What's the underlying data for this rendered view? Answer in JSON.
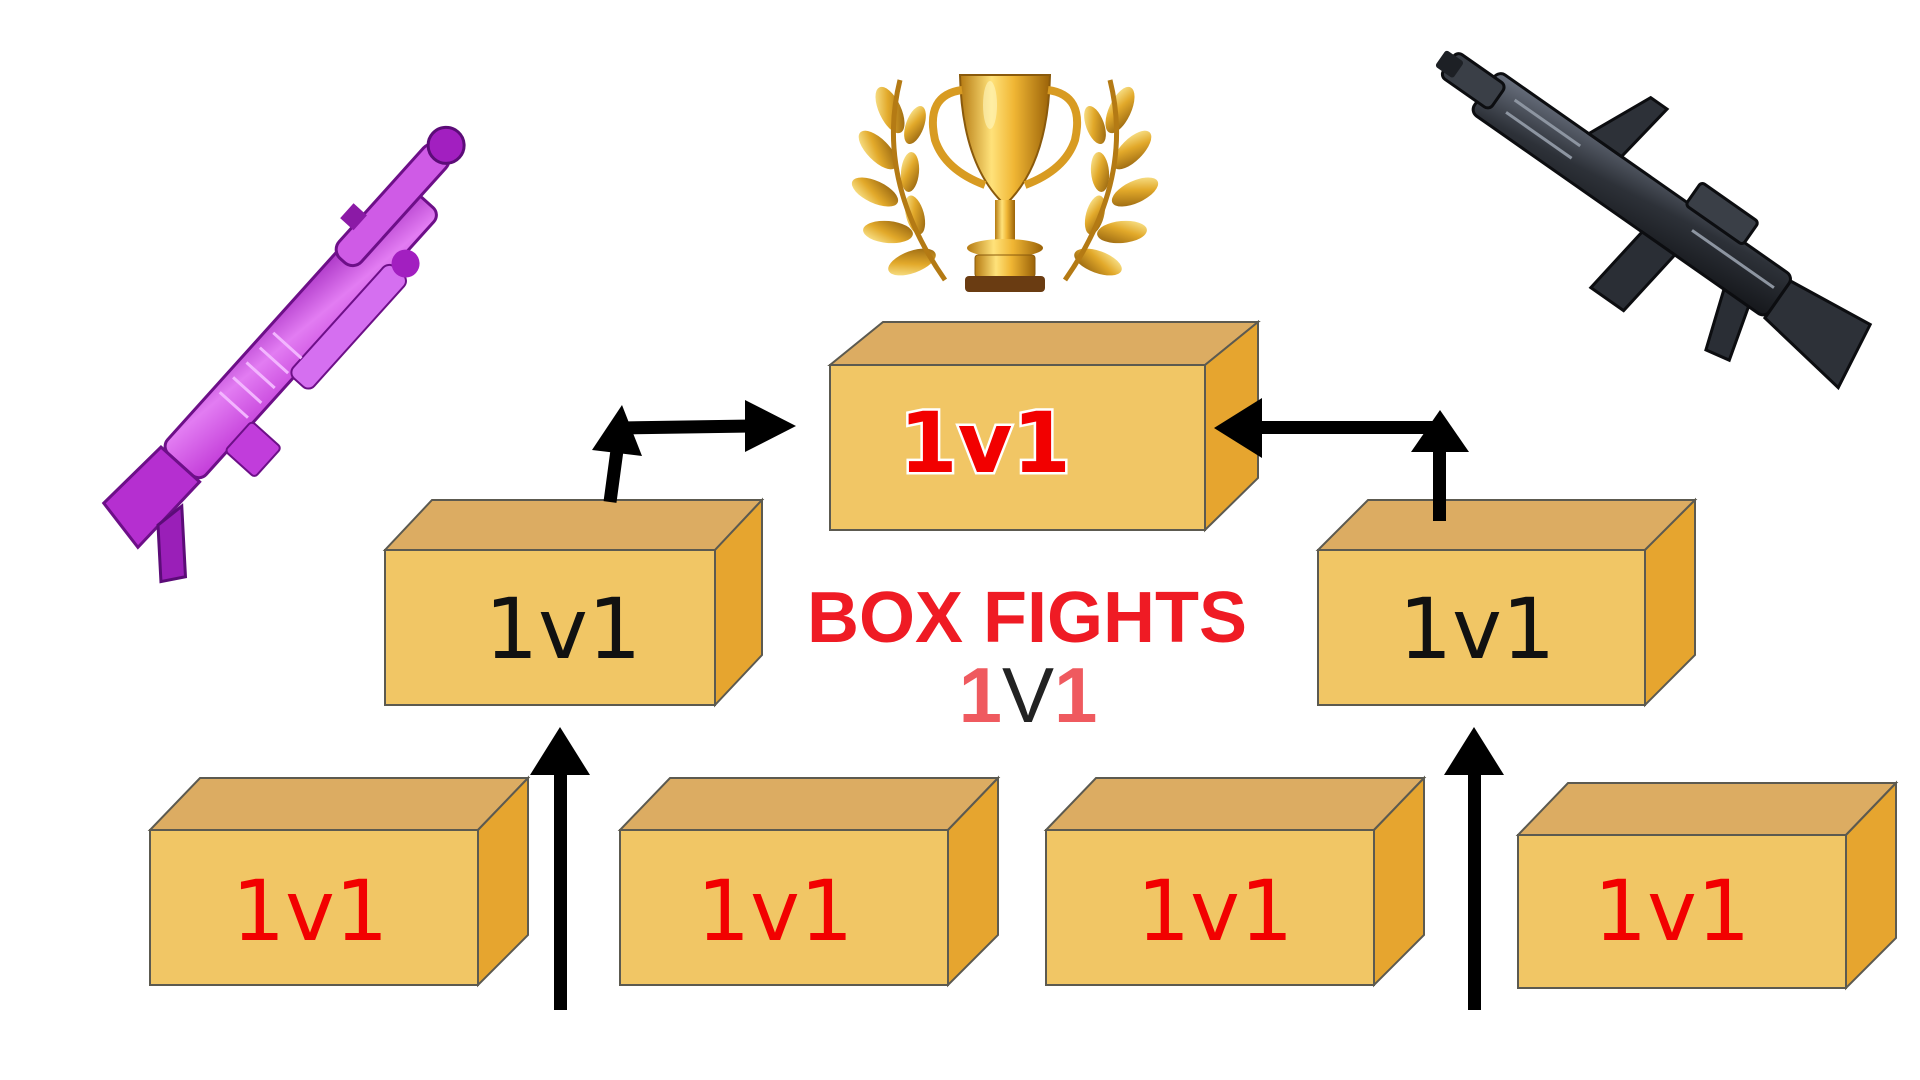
{
  "title": {
    "line1": "BOX FIGHTS",
    "line2_part1": "1",
    "line2_part2": "V",
    "line2_part3": "1"
  },
  "colors": {
    "box_front": "#f1c665",
    "box_top": "#dcac62",
    "box_side": "#e6a52f",
    "box_edge": "#5c5a50",
    "label_red": "#f20000",
    "label_black": "#111111",
    "title_red": "#ef1b24",
    "title_pink": "#ef5a5f",
    "arrow": "#000000"
  },
  "boxes": {
    "final": {
      "label": "1v1"
    },
    "semi_left": {
      "label": "1v1"
    },
    "semi_right": {
      "label": "1v1"
    },
    "round1": [
      {
        "label": "1v1"
      },
      {
        "label": "1v1"
      },
      {
        "label": "1v1"
      },
      {
        "label": "1v1"
      }
    ]
  },
  "icons": {
    "trophy": "trophy-icon",
    "left_weapon": "pump-shotgun-icon",
    "right_weapon": "assault-rifle-icon"
  }
}
